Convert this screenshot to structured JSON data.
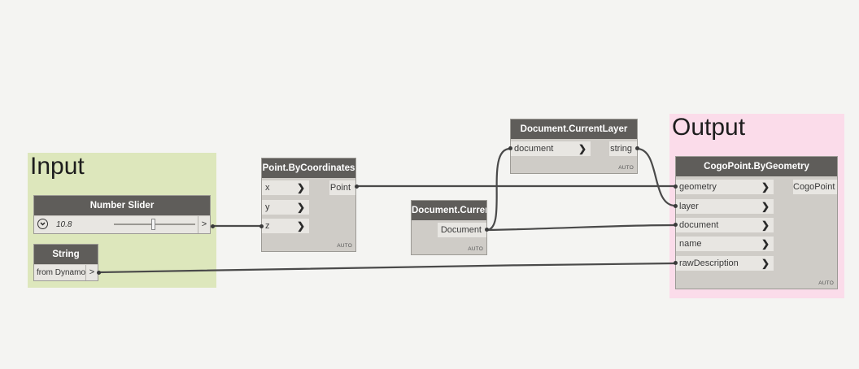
{
  "groups": {
    "input": {
      "title": "Input",
      "color": "#dde7bc"
    },
    "output": {
      "title": "Output",
      "color": "#fbdcea"
    }
  },
  "nodes": {
    "number_slider": {
      "title": "Number Slider",
      "value": "10.8",
      "slider_position": 0.48,
      "output_chevron": ">",
      "icon": "chevron-down-circle-icon"
    },
    "string_node": {
      "title": "String",
      "value": "from Dynamo",
      "output_chevron": ">"
    },
    "point_by_coordinates": {
      "title": "Point.ByCoordinates",
      "inputs": [
        "x",
        "y",
        "z"
      ],
      "output": "Point",
      "lacing": "AUTO"
    },
    "document_current": {
      "title": "Document.Current",
      "output": "Document",
      "lacing": "AUTO"
    },
    "document_current_layer": {
      "title": "Document.CurrentLayer",
      "inputs": [
        "document"
      ],
      "output": "string",
      "lacing": "AUTO"
    },
    "cogo_point_by_geometry": {
      "title": "CogoPoint.ByGeometry",
      "inputs": [
        "geometry",
        "layer",
        "document",
        "name",
        "rawDescription"
      ],
      "output": "CogoPoint",
      "lacing": "AUTO"
    }
  },
  "port_chevron": "❯",
  "wire_color": "#4a4a4a"
}
